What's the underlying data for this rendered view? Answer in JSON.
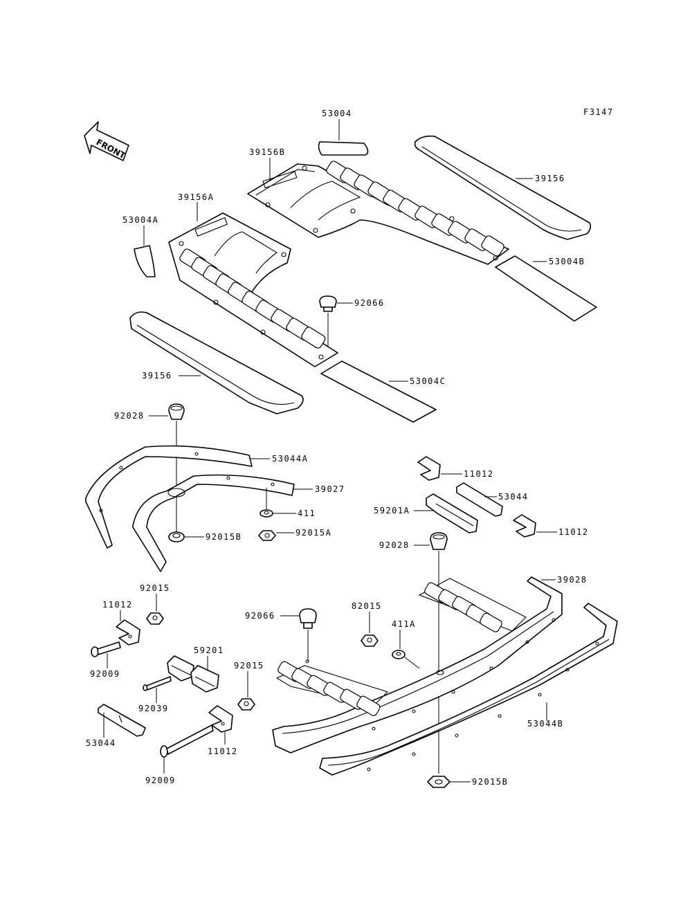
{
  "figure_code": "F3147",
  "front_arrow_label": "FRONT",
  "labels": {
    "p53004": "53004",
    "p39156B": "39156B",
    "p39156_top": "39156",
    "p39156A": "39156A",
    "p53004A": "53004A",
    "p53004B": "53004B",
    "p92066_top": "92066",
    "p39156_left": "39156",
    "p53004C": "53004C",
    "p92028_left": "92028",
    "p53044A": "53044A",
    "p39027": "39027",
    "p411": "411",
    "p92015B_left": "92015B",
    "p92015A": "92015A",
    "p11012_top": "11012",
    "p53044_right": "53044",
    "p59201A": "59201A",
    "p11012_right": "11012",
    "p92028_right": "92028",
    "p39028": "39028",
    "p92015_left": "92015",
    "p11012_left": "11012",
    "p92009_left": "92009",
    "p59201": "59201",
    "p92015_mid": "92015",
    "p92066_bottom": "92066",
    "p82015": "82015",
    "p411A": "411A",
    "p92039": "92039",
    "p53044_left": "53044",
    "p11012_bottom": "11012",
    "p53044B": "53044B",
    "p92009_bottom": "92009",
    "p92015B_bottom": "92015B"
  }
}
